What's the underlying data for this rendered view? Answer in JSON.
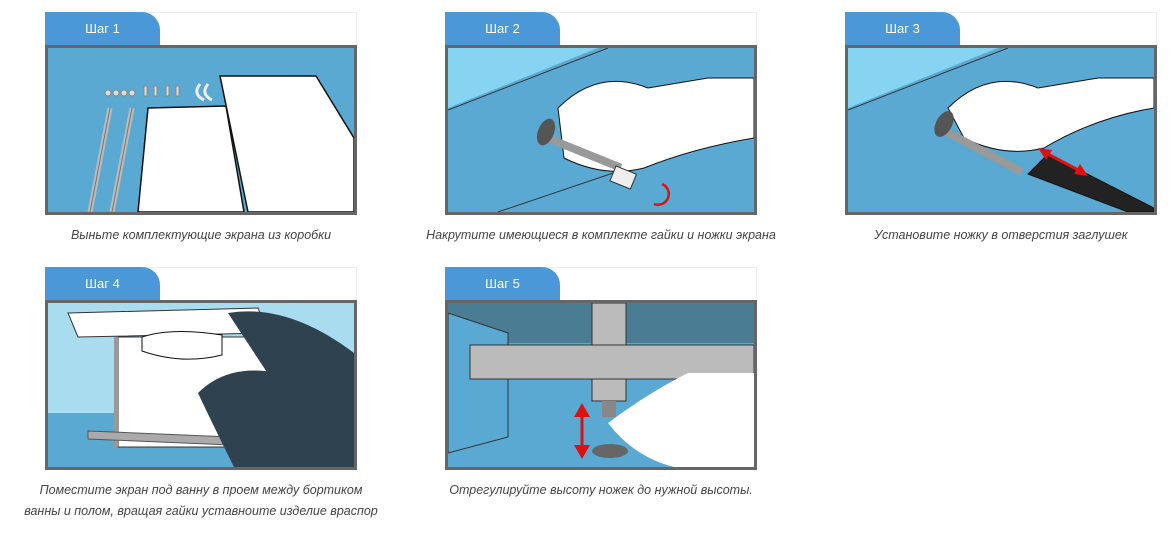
{
  "steps": [
    {
      "tab": "Шаг 1",
      "caption": [
        "Выньте комплектующие экрана из коробки"
      ]
    },
    {
      "tab": "Шаг 2",
      "caption": [
        "Накрутите имеющиеся в комплекте гайки и ножки экрана"
      ]
    },
    {
      "tab": "Шаг 3",
      "caption": [
        "Установите ножку в отверстия заглушек"
      ]
    },
    {
      "tab": "Шаг 4",
      "caption": [
        "Поместите экран под ванну в проем между бортиком",
        "ванны и полом, вращая гайки уставноите изделие враспор"
      ]
    },
    {
      "tab": "Шаг 5",
      "caption": [
        "Отрегулируйте высоту ножек до нужной высоты."
      ]
    }
  ],
  "colors": {
    "tab": "#4a98d8",
    "scene": "#5aa9d2",
    "arrow": "#e01010"
  }
}
